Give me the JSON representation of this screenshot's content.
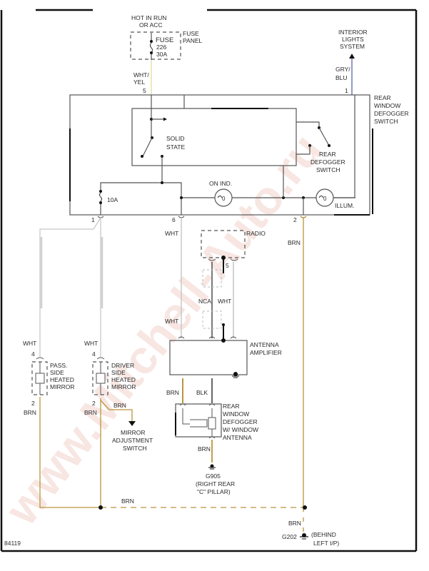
{
  "diagram": {
    "title": "Rear Window Defogger Switch Wiring Diagram",
    "figure_id": "84119",
    "watermark": "www.Mitchell-Auto.ru",
    "colors": {
      "frame": "#111111",
      "wire_gray": "#555555",
      "wire_wht": "#c8c8c8",
      "wire_wht_yel": "#dede9a",
      "wire_gry_blu": "#5a66a8",
      "wire_brn": "#b8953e",
      "watermark": "#e9b8ae"
    },
    "power_source": {
      "line1": "HOT IN RUN",
      "line2": "OR ACC",
      "fuse_label": "FUSE",
      "fuse_number": "226",
      "fuse_rating": "30A",
      "panel_label_1": "FUSE",
      "panel_label_2": "PANEL"
    },
    "interior_lights": {
      "line1": "INTERIOR",
      "line2": "LIGHTS",
      "line3": "SYSTEM"
    },
    "wires": {
      "wht_yel_1": "WHT/",
      "wht_yel_2": "YEL",
      "gry_blu_1": "GRY/",
      "gry_blu_2": "BLU",
      "wht": "WHT",
      "brn": "BRN",
      "blk": "BLK",
      "nca": "NCA"
    },
    "switch": {
      "label_1": "REAR",
      "label_2": "WINDOW",
      "label_3": "DEFOGGER",
      "label_4": "SWITCH",
      "solid_state_1": "SOLID",
      "solid_state_2": "STATE",
      "rear_defogger_1": "REAR",
      "rear_defogger_2": "DEFOGGER",
      "rear_defogger_3": "SWITCH",
      "on_ind": "ON IND.",
      "illum": "ILLUM.",
      "fuse_10a": "10A",
      "bulb_glyph": "0"
    },
    "pins": {
      "p5_top": "5",
      "p1_top": "1",
      "p1_bottom": "1",
      "p6_bottom": "6",
      "p2_bottom": "2",
      "radio_5": "5",
      "mirror_4": "4",
      "mirror_2": "2"
    },
    "radio": {
      "label": "RADIO"
    },
    "antenna_amp": {
      "line1": "ANTENNA",
      "line2": "AMPLIFIER"
    },
    "pass_mirror": {
      "line1": "PASS.",
      "line2": "SIDE",
      "line3": "HEATED",
      "line4": "MIRROR"
    },
    "driver_mirror": {
      "line1": "DRIVER",
      "line2": "SIDE",
      "line3": "HEATED",
      "line4": "MIRROR"
    },
    "mirror_adjust": {
      "line1": "MIRROR",
      "line2": "ADJUSTMENT",
      "line3": "SWITCH"
    },
    "rear_defogger_antenna": {
      "line1": "REAR",
      "line2": "WINDOW",
      "line3": "DEFOGGER",
      "line4": "W/ WINDOW",
      "line5": "ANTENNA"
    },
    "ground_g905": {
      "id": "G905",
      "line1": "(RIGHT REAR",
      "line2": "\"C\" PILLAR)"
    },
    "ground_g202": {
      "id": "G202",
      "line1": "(BEHIND",
      "line2": "LEFT I/P)"
    }
  }
}
